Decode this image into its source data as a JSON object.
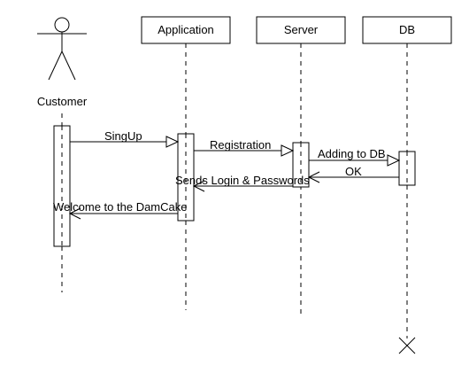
{
  "participants": {
    "customer": "Customer",
    "application": "Application",
    "server": "Server",
    "db": "DB"
  },
  "messages": {
    "signup": "SingUp",
    "registration": "Registration",
    "adding_to_db": "Adding to DB",
    "ok": "OK",
    "sends_login": "Sends Login & Passwords",
    "welcome": "Welcome to the DamCake"
  },
  "colors": {
    "stroke": "#000000",
    "background": "#ffffff"
  }
}
